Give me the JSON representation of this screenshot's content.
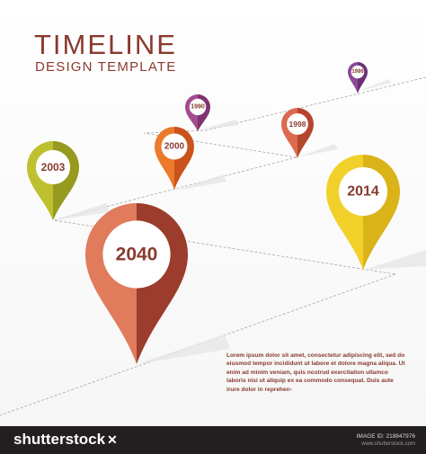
{
  "title": "TIMELINE",
  "subtitle": "DESIGN TEMPLATE",
  "body_text": "Lorem ipsum dolor sit amet, consectetur adipiscing elit, sed do eiusmod tempor incididunt ut labore et dolore magna aliqua. Ut enim ad minim veniam, quis nostrud exercitation ullamco laboris nisi ut aliquip ex ea commodo consequat. Duis aute irure dolor in reprehen-",
  "footer": {
    "brand": "shutterstock",
    "image_id": "IMAGE ID: 218847976",
    "site": "www.shutterstock.com"
  },
  "pins": [
    {
      "year": "1986",
      "color_left": "#8c4a97",
      "color_right": "#6b2f78"
    },
    {
      "year": "1990",
      "color_left": "#a44d8e",
      "color_right": "#7f3470"
    },
    {
      "year": "1998",
      "color_left": "#dc6a4f",
      "color_right": "#b4452f"
    },
    {
      "year": "2000",
      "color_left": "#ec7a2c",
      "color_right": "#c9531a"
    },
    {
      "year": "2003",
      "color_left": "#bfc02f",
      "color_right": "#969a1e"
    },
    {
      "year": "2014",
      "color_left": "#f2d02a",
      "color_right": "#d9b318"
    },
    {
      "year": "2040",
      "color_left": "#e07b5b",
      "color_right": "#9c3c2c"
    }
  ],
  "colors": {
    "text": "#8a3a2e",
    "footer_bg": "#231f20"
  }
}
